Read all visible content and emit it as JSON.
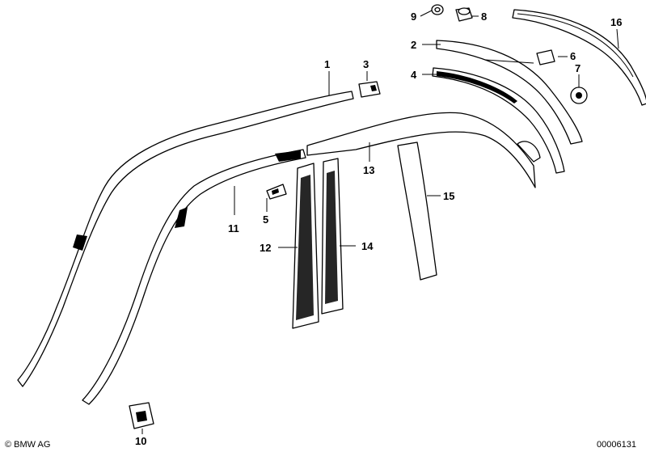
{
  "callouts": {
    "p1": "1",
    "p2": "2",
    "p3": "3",
    "p4": "4",
    "p5": "5",
    "p6": "6",
    "p7": "7",
    "p8": "8",
    "p9": "9",
    "p10": "10",
    "p11": "11",
    "p12": "12",
    "p13": "13",
    "p14": "14",
    "p15": "15",
    "p16": "16"
  },
  "footer": {
    "copyright": "© BMW AG",
    "diagram_number": "00006131"
  }
}
